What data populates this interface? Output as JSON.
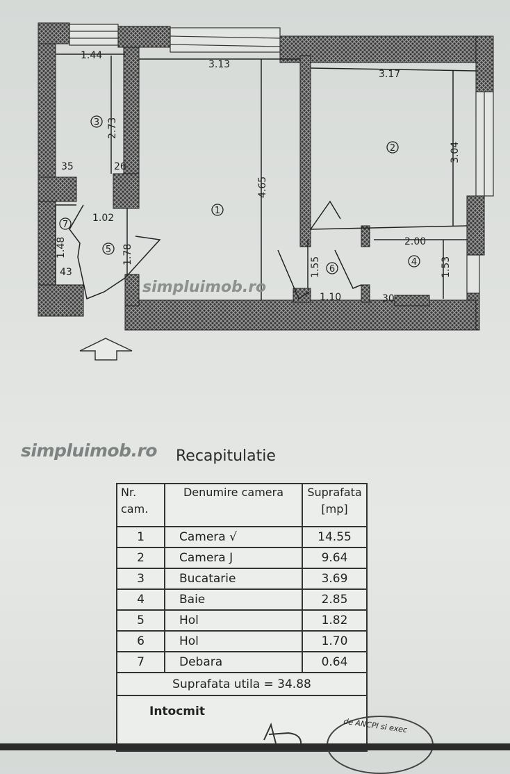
{
  "floor_plan": {
    "dimensions": [
      "1.44",
      "3.13",
      "3.17",
      "2.73",
      "4.65",
      "3.04",
      "35",
      "26",
      "1.02",
      "1.48",
      "43",
      "1.78",
      "2.00",
      "1.55",
      "1.53",
      "1.10",
      "30"
    ],
    "room_numbers": [
      "1",
      "2",
      "3",
      "4",
      "5",
      "6",
      "7"
    ],
    "watermark": "simpluimob.ro",
    "entrance_icon": "arrow-up-icon"
  },
  "recap": {
    "watermark": "simpluimob.ro",
    "title": "Recapitulatie",
    "headers": {
      "nr": "Nr. cam.",
      "name": "Denumire camera",
      "area": "Suprafata [mp]"
    },
    "rows": [
      {
        "nr": "1",
        "name": "Camera √",
        "area": "14.55"
      },
      {
        "nr": "2",
        "name": "Camera J",
        "area": "9.64"
      },
      {
        "nr": "3",
        "name": "Bucatarie",
        "area": "3.69"
      },
      {
        "nr": "4",
        "name": "Baie",
        "area": "2.85"
      },
      {
        "nr": "5",
        "name": "Hol",
        "area": "1.82"
      },
      {
        "nr": "6",
        "name": "Hol",
        "area": "1.70"
      },
      {
        "nr": "7",
        "name": "Debara",
        "area": "0.64"
      }
    ],
    "total": "Suprafata utila = 34.88",
    "prepared_by": "Intocmit",
    "stamp_text": "de ANCPI si exec"
  }
}
